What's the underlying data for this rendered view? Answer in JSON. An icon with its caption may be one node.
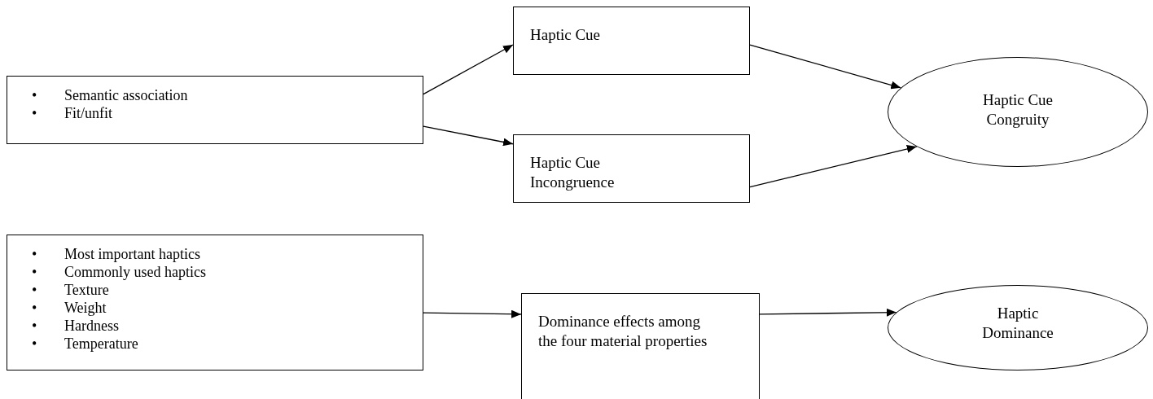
{
  "diagram": {
    "nodes": [
      {
        "text": [
          "•\tSemantic association",
          "•\tFit/unfit"
        ]
      },
      {
        "text": [
          "Haptic Cue"
        ]
      },
      {
        "text": [
          "Haptic Cue Incongruence"
        ]
      },
      {
        "text": [
          "Haptic Cue Congruity"
        ]
      },
      {
        "text": [
          "•\tMost important haptics",
          "•\tCommonly used haptics",
          "•\tTexture",
          "•\tWeight",
          "•\tHardness",
          "•\tTemperature"
        ]
      },
      {
        "text": [
          "Dominance effects among the four material properties"
        ]
      },
      {
        "text": [
          "Haptic Dominance"
        ]
      }
    ],
    "edges": [
      {
        "from": 0,
        "to": 1,
        "arrow": "to"
      },
      {
        "from": 0,
        "to": 2,
        "arrow": "to"
      },
      {
        "from": 1,
        "to": 3,
        "arrow": "to"
      },
      {
        "from": 2,
        "to": 3,
        "arrow": "to"
      },
      {
        "from": 4,
        "to": 5,
        "arrow": "to"
      },
      {
        "from": 5,
        "to": 6,
        "arrow": "to"
      }
    ]
  }
}
